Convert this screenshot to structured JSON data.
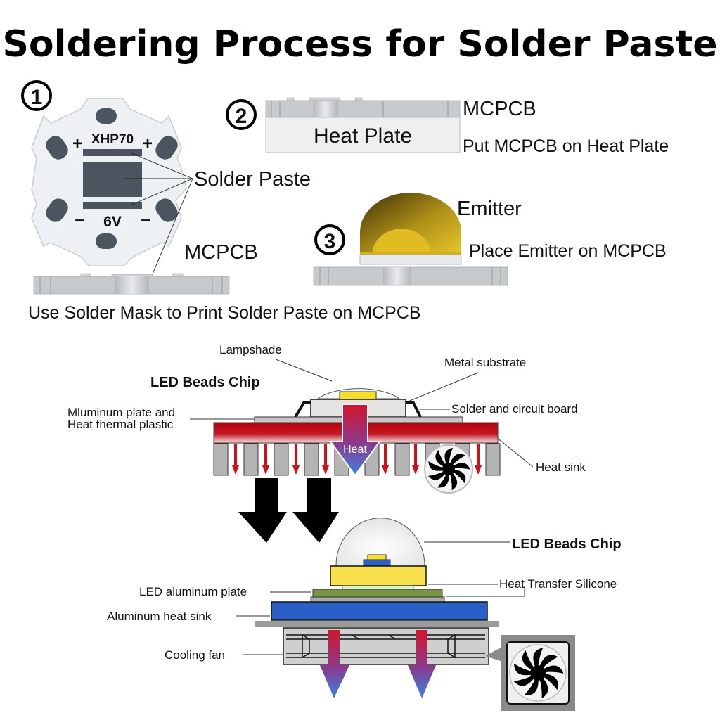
{
  "title": "Soldering Process for Solder Paste",
  "steps": [
    {
      "number": "1",
      "board_labels": {
        "top": "XHP70",
        "bottom": "6V",
        "plus": "+",
        "minus": "–"
      },
      "callouts": [
        "Solder Paste",
        "MCPCB"
      ],
      "caption": "Use Solder Mask to Print Solder Paste on MCPCB"
    },
    {
      "number": "2",
      "plate_label": "Heat Plate",
      "callouts": [
        "MCPCB"
      ],
      "caption": "Put MCPCB on Heat Plate"
    },
    {
      "number": "3",
      "callouts": [
        "Emitter"
      ],
      "caption": "Place Emitter on MCPCB"
    }
  ],
  "diagram_top": {
    "heading": "LED Beads Chip",
    "labels": {
      "lampshade": "Lampshade",
      "metal_substrate": "Metal substrate",
      "plate_line1": "Mluminum plate and",
      "plate_line2": "Heat thermal plastic",
      "solder_board": "Solder and circuit board",
      "heat_sink": "Heat sink",
      "heat_arrow": "Heat"
    }
  },
  "diagram_bottom": {
    "heading": "LED Beads Chip",
    "labels": {
      "led_plate": "LED aluminum plate",
      "heat_transfer": "Heat Transfer Silicone",
      "al_heat_sink": "Aluminum heat sink",
      "cooling_fan": "Cooling fan"
    }
  },
  "colors": {
    "pad": "#4a5560",
    "board": "#eef1f3",
    "heat_red": "#c00010",
    "blue_sink": "#2a5fc8",
    "yellow": "#f7e03c",
    "green_plate": "#7b9444",
    "emitter_gold": "#d4b420"
  }
}
